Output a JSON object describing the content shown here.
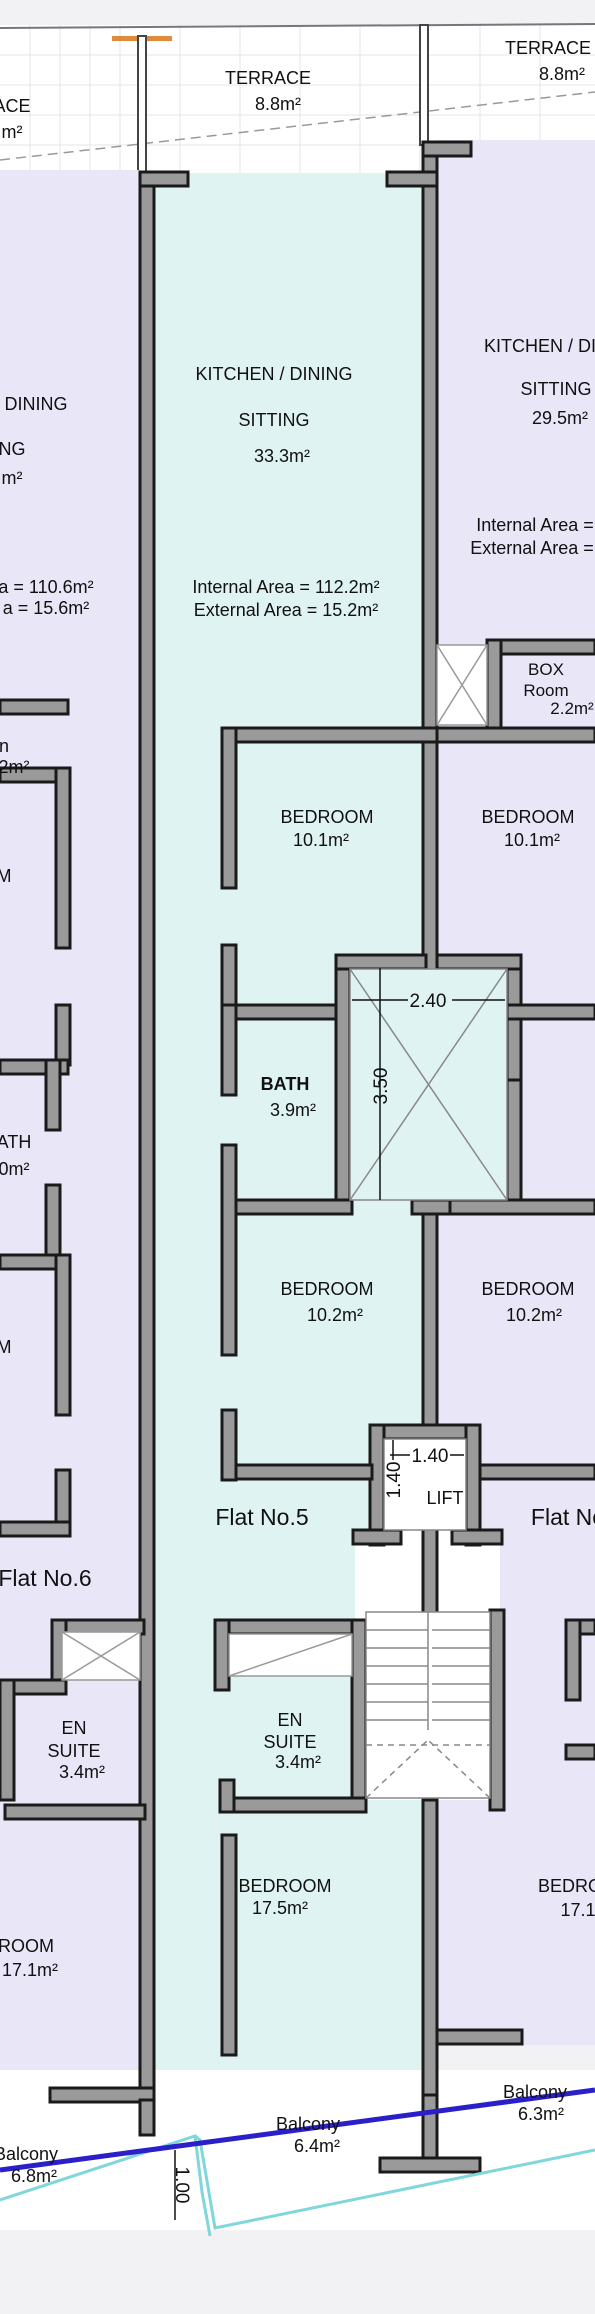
{
  "colors": {
    "flat_left": "#e8e6f7",
    "flat_center": "#dff3f2",
    "flat_right": "#e8e6f7",
    "terrace": "#ffffff",
    "wall": "#9a9a9a",
    "wall_outline": "#1a1a1a",
    "balcony_line": "#2a1fc9",
    "balcony_glass": "#7fd6db",
    "page_bg": "#f2f2f4"
  },
  "terraces": {
    "left": {
      "name": "ACE",
      "area": "m²"
    },
    "center": {
      "name": "TERRACE",
      "area": "8.8m²"
    },
    "right": {
      "name": "TERRACE",
      "area": "8.8m²"
    }
  },
  "flat5": {
    "name": "Flat No.5",
    "kitchen": {
      "line1": "KITCHEN / DINING",
      "line2": "SITTING",
      "area": "33.3m²"
    },
    "internal_area": "Internal Area = 112.2m²",
    "external_area": "External Area =  15.2m²",
    "bedroom_top": {
      "name": "BEDROOM",
      "area": "10.1m²"
    },
    "bath": {
      "name": "BATH",
      "area": "3.9m²"
    },
    "bedroom_mid": {
      "name": "BEDROOM",
      "area": "10.2m²"
    },
    "ensuite": {
      "line1": "EN",
      "line2": "SUITE",
      "area": "3.4m²"
    },
    "bedroom_bottom": {
      "name": "BEDROOM",
      "area": "17.5m²"
    },
    "balcony": {
      "name": "Balcony",
      "area": "6.4m²"
    }
  },
  "flat6": {
    "name": "Flat No.6",
    "kitchen": {
      "line1": "DINING",
      "line2": "NG",
      "area": "m²"
    },
    "internal_area": "a = 110.6m²",
    "external_area": "a =  15.6m²",
    "room_a": {
      "line1": "n",
      "area": "2m²"
    },
    "room_b": "M",
    "bath": {
      "name": "ATH",
      "area": "0m²"
    },
    "room_c": "M",
    "ensuite": {
      "line1": "EN",
      "line2": "SUITE",
      "area": "3.4m²"
    },
    "bedroom_bottom": {
      "name": "ROOM",
      "area": "17.1m²"
    },
    "balcony": {
      "name": "Balcony",
      "area": "6.8m²"
    }
  },
  "flat_right": {
    "name": "Flat No",
    "kitchen": {
      "line1": "KITCHEN / DI",
      "line2": "SITTING",
      "area": "29.5m²"
    },
    "internal_area": "Internal Area = :",
    "external_area": "External Area =",
    "box_room": {
      "line1": "BOX",
      "line2": "Room",
      "area": "2.2m²"
    },
    "bedroom_top": {
      "name": "BEDROOM",
      "area": "10.1m²"
    },
    "bedroom_mid": {
      "name": "BEDROOM",
      "area": "10.2m²"
    },
    "bedroom_bottom": {
      "name": "BEDRO",
      "area": "17.1"
    },
    "balcony": {
      "name": "Balcony",
      "area": "6.3m²"
    }
  },
  "core": {
    "shaft_width": "2.40",
    "shaft_height": "3.50",
    "lift": {
      "name": "LIFT",
      "width": "1.40",
      "depth": "1.40"
    },
    "balcony_depth": "1.00"
  }
}
